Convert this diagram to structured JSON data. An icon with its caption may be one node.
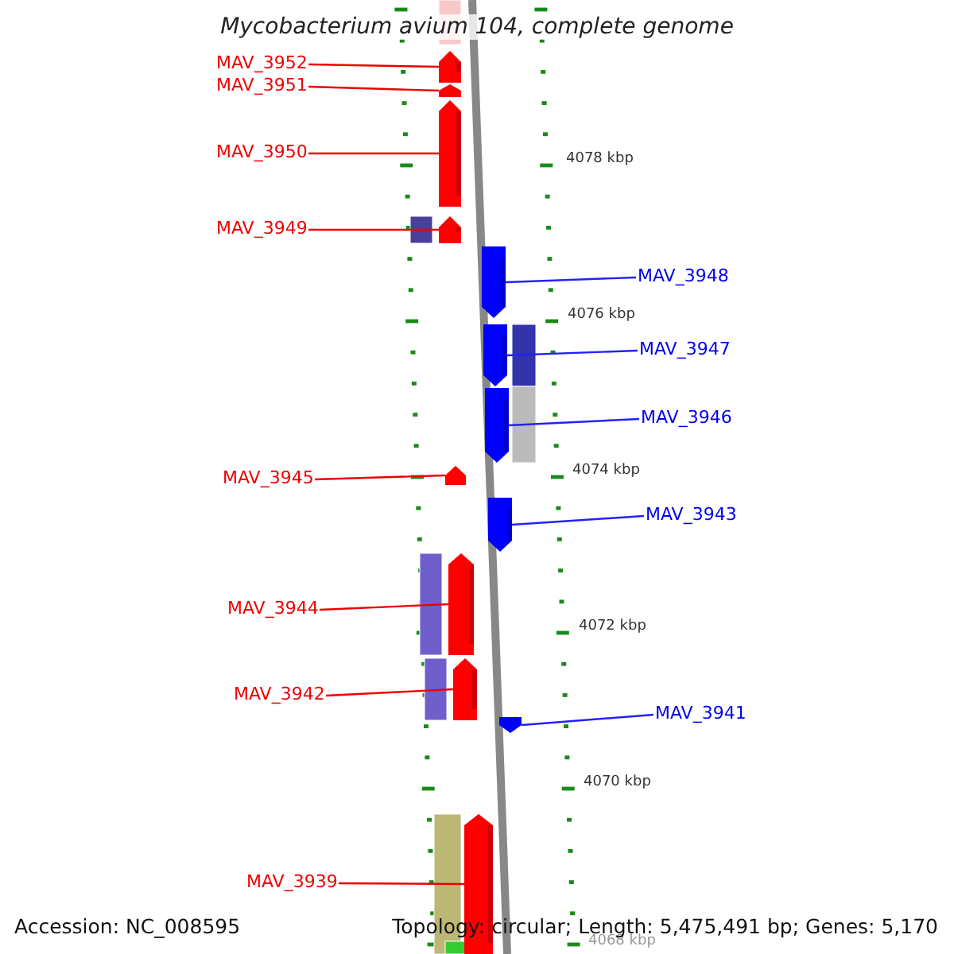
{
  "diagram": {
    "title": "Mycobacterium avium 104, complete genome",
    "nodes": [
      {
        "text": [
          "MAV_3952"
        ]
      },
      {
        "text": [
          "MAV_3951"
        ]
      },
      {
        "text": [
          "MAV_3950"
        ]
      },
      {
        "text": [
          "MAV_3949"
        ]
      },
      {
        "text": [
          "MAV_3948"
        ]
      },
      {
        "text": [
          "MAV_3947"
        ]
      },
      {
        "text": [
          "MAV_3946"
        ]
      },
      {
        "text": [
          "MAV_3945"
        ]
      },
      {
        "text": [
          "MAV_3943"
        ]
      },
      {
        "text": [
          "MAV_3944"
        ]
      },
      {
        "text": [
          "MAV_3942"
        ]
      },
      {
        "text": [
          "MAV_3941"
        ]
      },
      {
        "text": [
          "MAV_3939"
        ]
      },
      {
        "text": [],
        "shape": "bar"
      },
      {
        "text": [],
        "shape": "bar"
      },
      {
        "text": [],
        "shape": "bar"
      },
      {
        "text": [],
        "shape": "bar"
      },
      {
        "text": [],
        "shape": "bar"
      },
      {
        "text": [],
        "shape": "bar"
      },
      {
        "text": [],
        "shape": "bar"
      },
      {
        "text": [],
        "shape": "bar"
      },
      {
        "text": [],
        "shape": "bar"
      },
      {
        "text": [],
        "shape": "bar"
      },
      {
        "text": [],
        "shape": "bar"
      },
      {
        "text": [],
        "shape": "bar"
      },
      {
        "text": [],
        "shape": "bar"
      }
    ],
    "edges": [
      {
        "from": 0,
        "to": 13,
        "arrow": "none"
      },
      {
        "from": 1,
        "to": 14,
        "arrow": "none"
      },
      {
        "from": 2,
        "to": 15,
        "arrow": "none"
      },
      {
        "from": 3,
        "to": 16,
        "arrow": "none"
      },
      {
        "from": 4,
        "to": 17,
        "arrow": "none",
        "color": "#2222ff"
      },
      {
        "from": 5,
        "to": 18,
        "arrow": "none",
        "color": "#2222ff"
      },
      {
        "from": 6,
        "to": 19,
        "arrow": "none",
        "color": "#2222ff"
      },
      {
        "from": 7,
        "to": 20,
        "arrow": "none"
      },
      {
        "from": 8,
        "to": 21,
        "arrow": "none",
        "color": "#2222ff"
      },
      {
        "from": 9,
        "to": 22,
        "arrow": "none"
      },
      {
        "from": 10,
        "to": 23,
        "arrow": "none"
      },
      {
        "from": 11,
        "to": 24,
        "arrow": "none",
        "color": "#2222ff"
      },
      {
        "from": 12,
        "to": 25,
        "arrow": "none"
      }
    ],
    "labels": [
      "4078 kbp",
      "4076 kbp",
      "4074 kbp",
      "4072 kbp",
      "4070 kbp",
      "4068 kbp",
      "Accession: NC_008595",
      "Topology: circular; Length: 5,475,491 bp; Genes: 5,170"
    ]
  }
}
